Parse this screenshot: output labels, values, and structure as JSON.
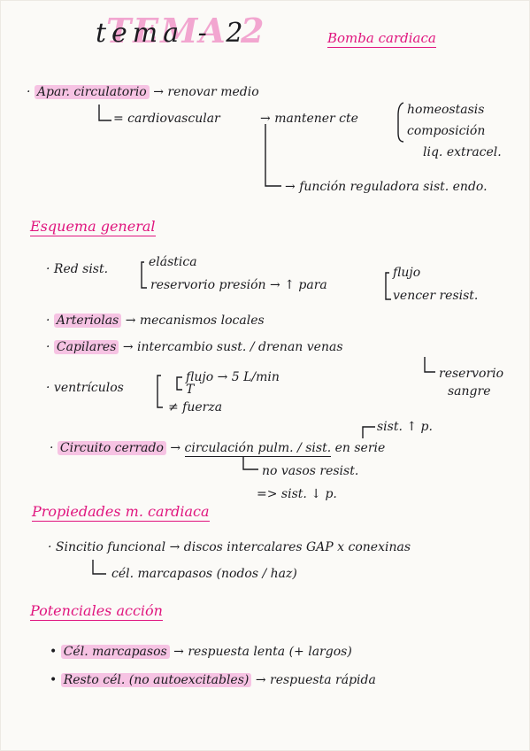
{
  "title": {
    "highlight": "TEMA 2",
    "overwrite": "tema - 2",
    "subtitle": "Bomba cardiaca"
  },
  "intro": {
    "apar": "Apar. circulatorio",
    "renovar": "renovar medio",
    "cardio": "= cardiovascular",
    "mantener": "mantener cte",
    "homeostasis": "homeostasis",
    "composicion": "composición",
    "liq": "liq. extracel.",
    "funcion": "función reguladora sist. endo."
  },
  "esquema": {
    "heading": "Esquema general",
    "red_label": "Red sist.",
    "elastica": "elástica",
    "reservorio": "reservorio presión",
    "up_arrow": "↑",
    "para": "para",
    "flujo": "flujo",
    "vencer": "vencer resist.",
    "arteriolas": "Arteriolas",
    "mecanismos": "mecanismos locales",
    "capilares": "Capilares",
    "intercambio": "intercambio sust. / drenan venas",
    "reservorio_sangre_1": "reservorio",
    "reservorio_sangre_2": "sangre",
    "ventriculos": "ventrículos",
    "flujo_v": "flujo",
    "flujo_val": "5 L/min",
    "t_mark": "T",
    "fuerza": "≠ fuerza",
    "circuito": "Circuito cerrado",
    "circ_pulm": "circulación pulm. / sist.",
    "en_serie": "en serie",
    "sist_p": "sist. ↑ p.",
    "no_vasos": "no vasos resist.",
    "sist_down": "=> sist. ↓ p."
  },
  "propiedades": {
    "heading": "Propiedades m. cardiaca",
    "sincitio": "Sincitio funcional",
    "discos": "discos intercalares GAP x conexinas",
    "marcapasos": "cél. marcapasos (nodos / haz)"
  },
  "potenciales": {
    "heading": "Potenciales acción",
    "cel_marcapasos": "Cél. marcapasos",
    "resp_lenta": "respuesta lenta (+ largos)",
    "resto": "Resto cél. (no autoexcitables)",
    "resp_rapida": "respuesta rápida"
  },
  "colors": {
    "ink": "#1b1b1f",
    "accent": "#e0157e",
    "highlight": "#f6c3e3"
  }
}
